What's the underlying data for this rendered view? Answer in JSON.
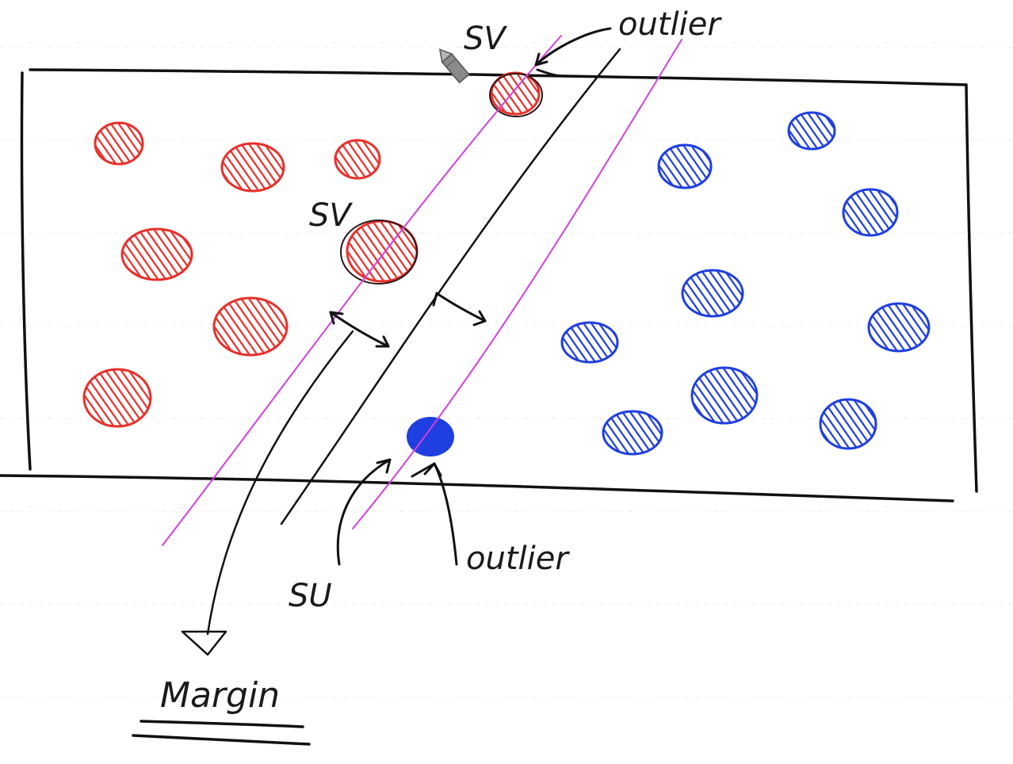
{
  "annotations": {
    "sv_top": "SV",
    "sv_mid": "SV",
    "sv_bottom": "SU",
    "outlier_top": "outlier",
    "outlier_bottom": "outlier",
    "margin": "Margin"
  },
  "colors": {
    "class_red": "#e8302a",
    "class_blue": "#1f3fe0",
    "margin_line": "#d43fe0",
    "ink": "#111111",
    "pencil": "#8a8a8a"
  },
  "icons": {
    "pencil": "pencil-cursor-icon"
  }
}
